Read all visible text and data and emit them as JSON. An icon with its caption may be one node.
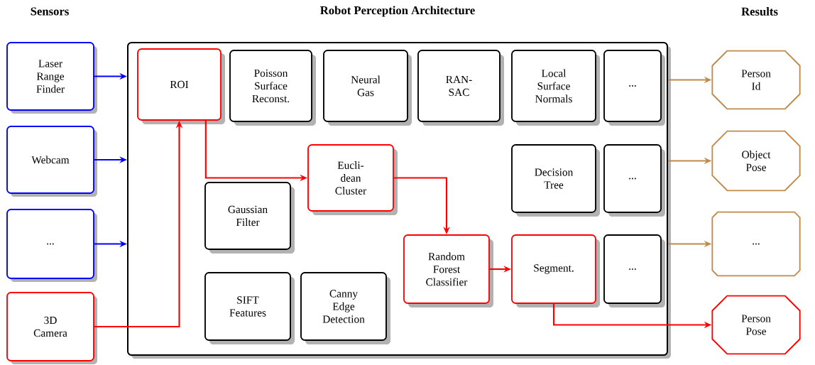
{
  "diagram": {
    "nodes": [
      {
        "text": [
          "Robot Perception Architecture"
        ]
      },
      {
        "text": [
          "Laser Range Finder"
        ]
      },
      {
        "text": [
          "Webcam"
        ]
      },
      {
        "text": [
          "..."
        ]
      },
      {
        "text": [
          "3D Camera"
        ]
      },
      {
        "text": [
          "ROI"
        ],
        "in": 0
      },
      {
        "text": [
          "Poisson Surface Reconst."
        ],
        "in": 0
      },
      {
        "text": [
          "Neural Gas"
        ],
        "in": 0
      },
      {
        "text": [
          "RAN-SAC"
        ],
        "in": 0
      },
      {
        "text": [
          "Local Surface Normals"
        ],
        "in": 0
      },
      {
        "text": [
          "..."
        ],
        "in": 0
      },
      {
        "text": [
          "Eucli-dean Cluster"
        ],
        "in": 0
      },
      {
        "text": [
          "Decision Tree"
        ],
        "in": 0
      },
      {
        "text": [
          "..."
        ],
        "in": 0
      },
      {
        "text": [
          "Gaussian Filter"
        ],
        "in": 0
      },
      {
        "text": [
          "Random Forest Classifier"
        ],
        "in": 0
      },
      {
        "text": [
          "Segment."
        ],
        "in": 0
      },
      {
        "text": [
          "..."
        ],
        "in": 0
      },
      {
        "text": [
          "SIFT Features"
        ],
        "in": 0
      },
      {
        "text": [
          "Canny Edge Detection"
        ],
        "in": 0
      },
      {
        "text": [
          "Person Id"
        ]
      },
      {
        "text": [
          "Object Pose"
        ]
      },
      {
        "text": [
          "..."
        ]
      },
      {
        "text": [
          "Person Pose"
        ]
      }
    ],
    "edges": [
      {
        "from": 1,
        "to": 0,
        "arrow": "to",
        "color": "#0000ff"
      },
      {
        "from": 2,
        "to": 0,
        "arrow": "to",
        "color": "#0000ff"
      },
      {
        "from": 3,
        "to": 0,
        "arrow": "to",
        "color": "#0000ff"
      },
      {
        "from": 4,
        "to": 5,
        "arrow": "to",
        "color": "#ff0000"
      },
      {
        "from": 5,
        "to": 11,
        "arrow": "to",
        "color": "#ff0000"
      },
      {
        "from": 11,
        "to": 15,
        "arrow": "to",
        "color": "#ff0000"
      },
      {
        "from": 15,
        "to": 16,
        "arrow": "to",
        "color": "#ff0000"
      },
      {
        "from": 16,
        "to": 23,
        "arrow": "to",
        "color": "#ff0000"
      },
      {
        "from": 0,
        "to": 20,
        "arrow": "to",
        "color": "#c08a4a"
      },
      {
        "from": 0,
        "to": 21,
        "arrow": "to",
        "color": "#c08a4a"
      },
      {
        "from": 0,
        "to": 22,
        "arrow": "to",
        "color": "#c08a4a"
      }
    ],
    "labels": [
      "Sensors",
      "Results"
    ]
  }
}
